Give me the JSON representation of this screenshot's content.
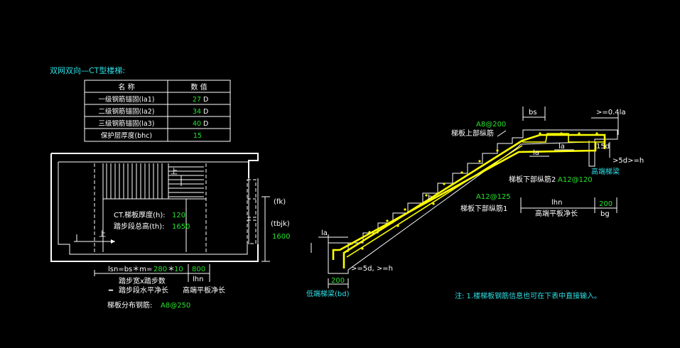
{
  "title": "双网双向—CT型楼梯:",
  "table": {
    "headers": [
      "名  称",
      "数  值"
    ],
    "rows": [
      {
        "name": "一级钢筋锚固(la1)",
        "value": "27",
        "unit": "D"
      },
      {
        "name": "二级钢筋锚固(la2)",
        "value": "34",
        "unit": "D"
      },
      {
        "name": "三级钢筋锚固(la3)",
        "value": "40",
        "unit": "D"
      },
      {
        "name": "保护层厚度(bhc)",
        "value": "15",
        "unit": ""
      }
    ]
  },
  "plan": {
    "up_label_1": "上",
    "up_label_2": "上",
    "thickness_label": "CT.梯板厚度(h):",
    "thickness_value": "120",
    "height_label": "踏步段总高(th):",
    "height_value": "1650",
    "fk_label": "(fk)",
    "tbjk_label": "(tbjk)",
    "tbjk_value": "1600",
    "dim_formula_prefix": "lsn=bs＊m=",
    "dim_bs_value": "280",
    "dim_times": "＊",
    "dim_m_value": "10",
    "dim_lhn_value": "800",
    "dim_lhn_label": "lhn",
    "note_line1": "踏步宽x踏步数",
    "note_line2_prefix": "━",
    "note_line2": "踏步段水平净长",
    "note_line3": "高端平板净长",
    "distribution_label": "梯板分布钢筋:",
    "distribution_value": "A8@250"
  },
  "section": {
    "top_rebar_value": "A8@200",
    "top_rebar_label": "梯板上部纵筋",
    "bs_label": "bs",
    "ge_04la": ">=0.4la",
    "la_1": "la",
    "la_2": "la",
    "la_3": "la",
    "d15_label": "15d",
    "ge_5d_h_top": ">5d>=h",
    "h_label": "h",
    "bottom2_label": "梯板下部纵筋2",
    "bottom2_value": "A12@120",
    "high_beam_label": "高端梯梁",
    "bottom1_value": "A12@125",
    "bottom1_label": "梯板下部纵筋1",
    "lhn_label": "lhn",
    "lhn_desc": "高端平板净长",
    "bg_value": "200",
    "bg_label": "bg",
    "low_ge_label": ">=5d, >=h",
    "bd_value": "200",
    "low_beam_label": "低端梯梁(bd)"
  },
  "note": "注: 1.楼梯板钢筋信息也可在下表中直接输入。",
  "colors": {
    "white": "#ffffff",
    "green": "#26e32c",
    "cyan": "#2ee0e6",
    "yellow": "#ffff00",
    "background": "#000000"
  }
}
